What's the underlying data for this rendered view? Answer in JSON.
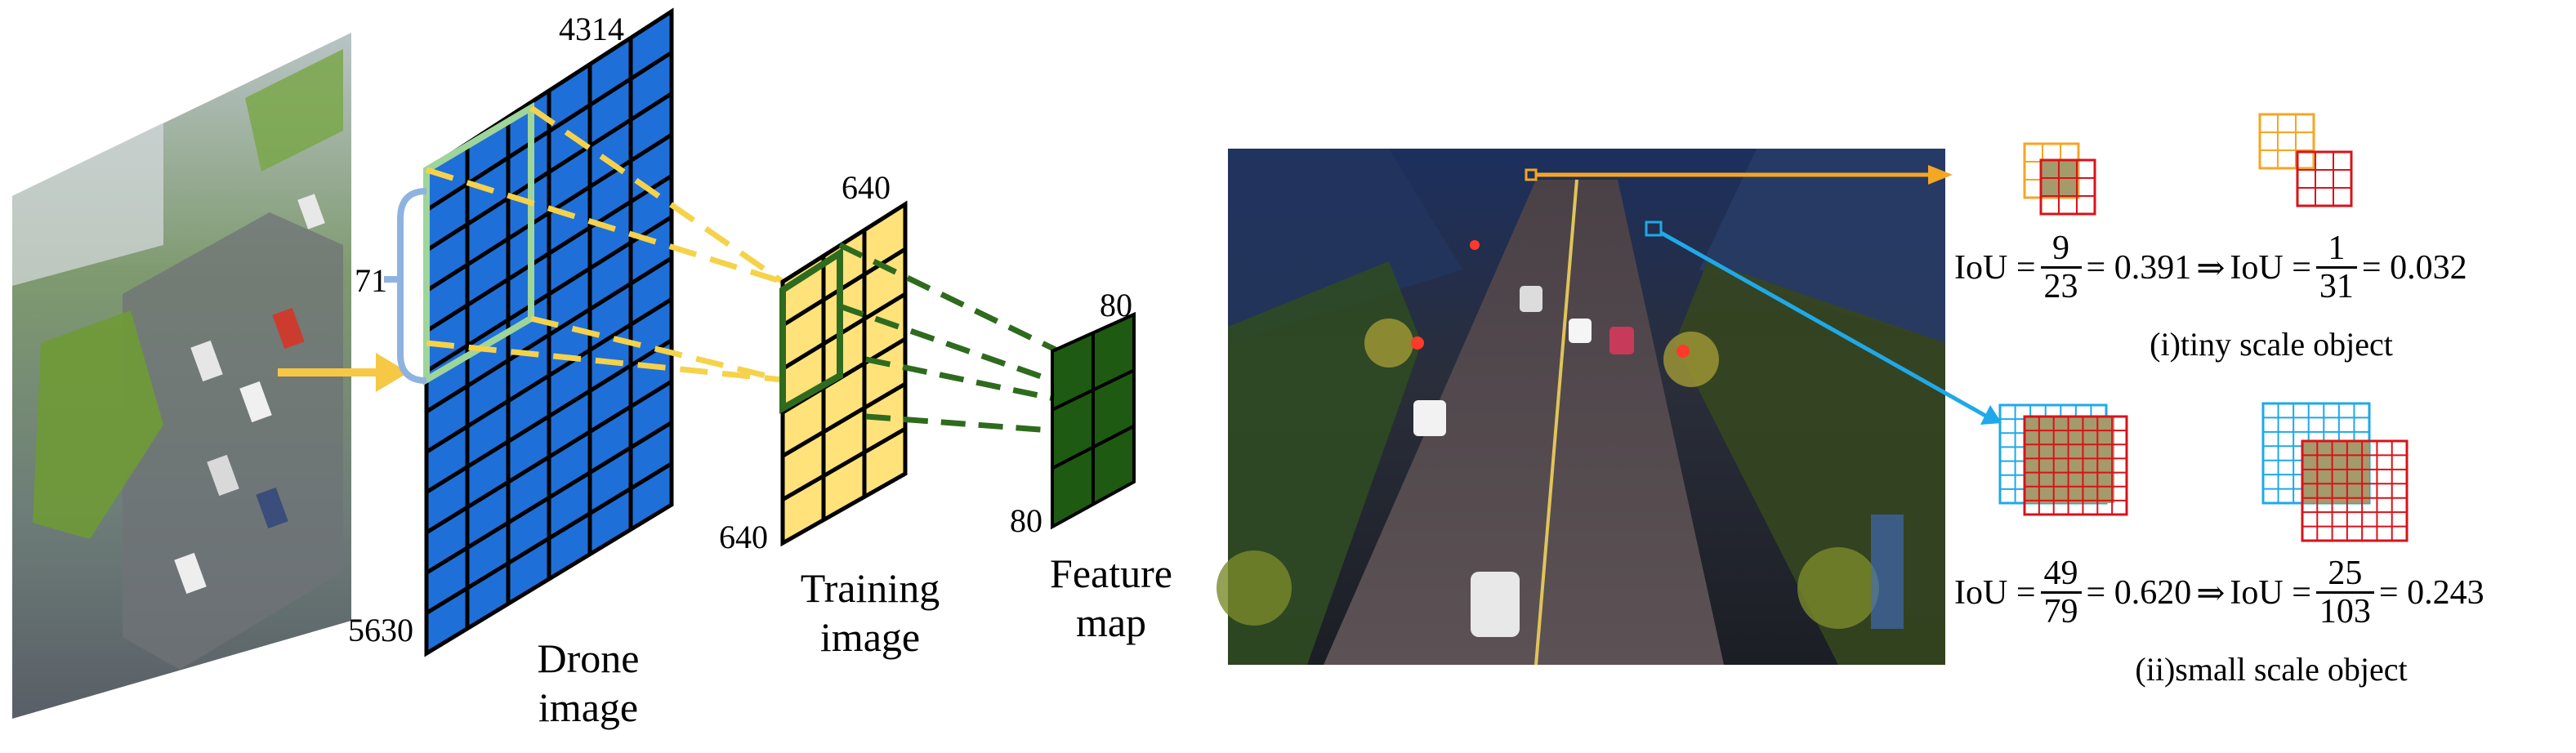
{
  "labels": {
    "drone_width": "4314",
    "drone_height": "5630",
    "crop_size": "71",
    "train_width": "640",
    "train_height": "640",
    "feat_width": "80",
    "feat_height": "80"
  },
  "captions": {
    "drone_line1": "Drone",
    "drone_line2": "image",
    "train_line1": "Training",
    "train_line2": "image",
    "feat_line1": "Feature",
    "feat_line2": "map"
  },
  "iou": {
    "tiny": {
      "label": "IoU =",
      "num1": "9",
      "den1": "23",
      "val1": "= 0.391",
      "arrow": "⇒",
      "label2": "IoU =",
      "num2": "1",
      "den2": "31",
      "val2": "= 0.032",
      "caption": "(i)tiny scale object"
    },
    "small": {
      "label": "IoU =",
      "num1": "49",
      "den1": "79",
      "val1": "= 0.620",
      "arrow": "⇒",
      "label2": "IoU =",
      "num2": "25",
      "den2": "103",
      "val2": "= 0.243",
      "caption": "(ii)small scale object"
    }
  },
  "colors": {
    "drone_grid": "#1f6fd8",
    "train_grid": "#ffe27a",
    "feature_map": "#1e5a12",
    "crop_box": "#9ed59a",
    "crop_bracket": "#8fb3e0",
    "yellow_arrow": "#f7c845",
    "dashed_yellow": "#f5d24a",
    "dashed_green": "#2e6b1e",
    "orange": "#f5a623",
    "red": "#d8131a",
    "cyan": "#1fa9e8",
    "overlap": "#a59a6b"
  }
}
